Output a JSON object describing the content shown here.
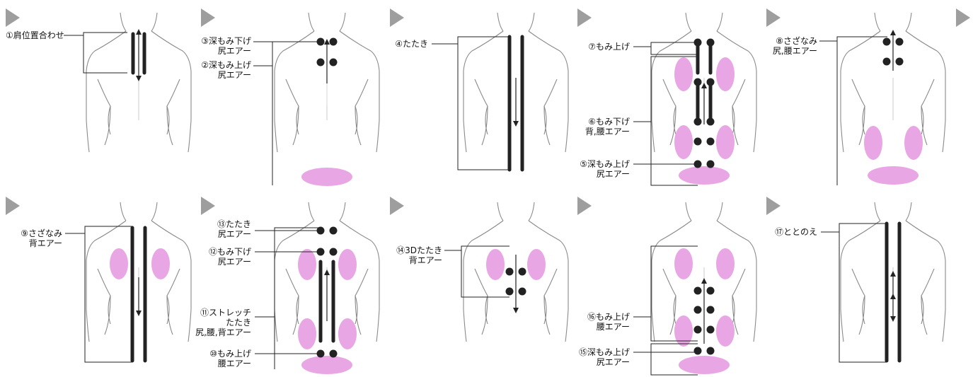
{
  "colors": {
    "line": "#222222",
    "body_outline": "#8a8a8a",
    "arrow_tri": "#9e9e9e",
    "air": "#e9a6e4"
  },
  "panels": [
    {
      "labels": [
        {
          "lines": [
            "①肩位置合わせ"
          ]
        }
      ]
    },
    {
      "labels": [
        {
          "lines": [
            "③深もみ下げ",
            "尻エアー"
          ]
        },
        {
          "lines": [
            "②深もみ上げ",
            "尻エアー"
          ]
        }
      ]
    },
    {
      "labels": [
        {
          "lines": [
            "④たたき"
          ]
        }
      ]
    },
    {
      "labels": [
        {
          "lines": [
            "⑦もみ上げ"
          ]
        },
        {
          "lines": [
            "⑥もみ下げ",
            "背,腰エアー"
          ]
        },
        {
          "lines": [
            "⑤深もみ上げ",
            "尻エアー"
          ]
        }
      ]
    },
    {
      "labels": [
        {
          "lines": [
            "⑧さざなみ",
            "尻,腰エアー"
          ]
        }
      ]
    },
    {
      "labels": [
        {
          "lines": [
            "⑨さざなみ",
            "背エアー"
          ]
        }
      ]
    },
    {
      "labels": [
        {
          "lines": [
            "⑬たたき",
            "尻エアー"
          ]
        },
        {
          "lines": [
            "⑫もみ下げ",
            "尻エアー"
          ]
        },
        {
          "lines": [
            "⑪ストレッチ",
            "たたき",
            "尻,腰,背エアー"
          ]
        },
        {
          "lines": [
            "⑩もみ上げ",
            "腰エアー"
          ]
        }
      ]
    },
    {
      "labels": [
        {
          "lines": [
            "⑭3Dたたき",
            "背エアー"
          ]
        }
      ]
    },
    {
      "labels": [
        {
          "lines": [
            "⑯もみ上げ",
            "腰エアー"
          ]
        },
        {
          "lines": [
            "⑮深もみ上げ",
            "尻エアー"
          ]
        }
      ]
    },
    {
      "labels": [
        {
          "lines": [
            "⑰ととのえ"
          ]
        }
      ]
    }
  ]
}
